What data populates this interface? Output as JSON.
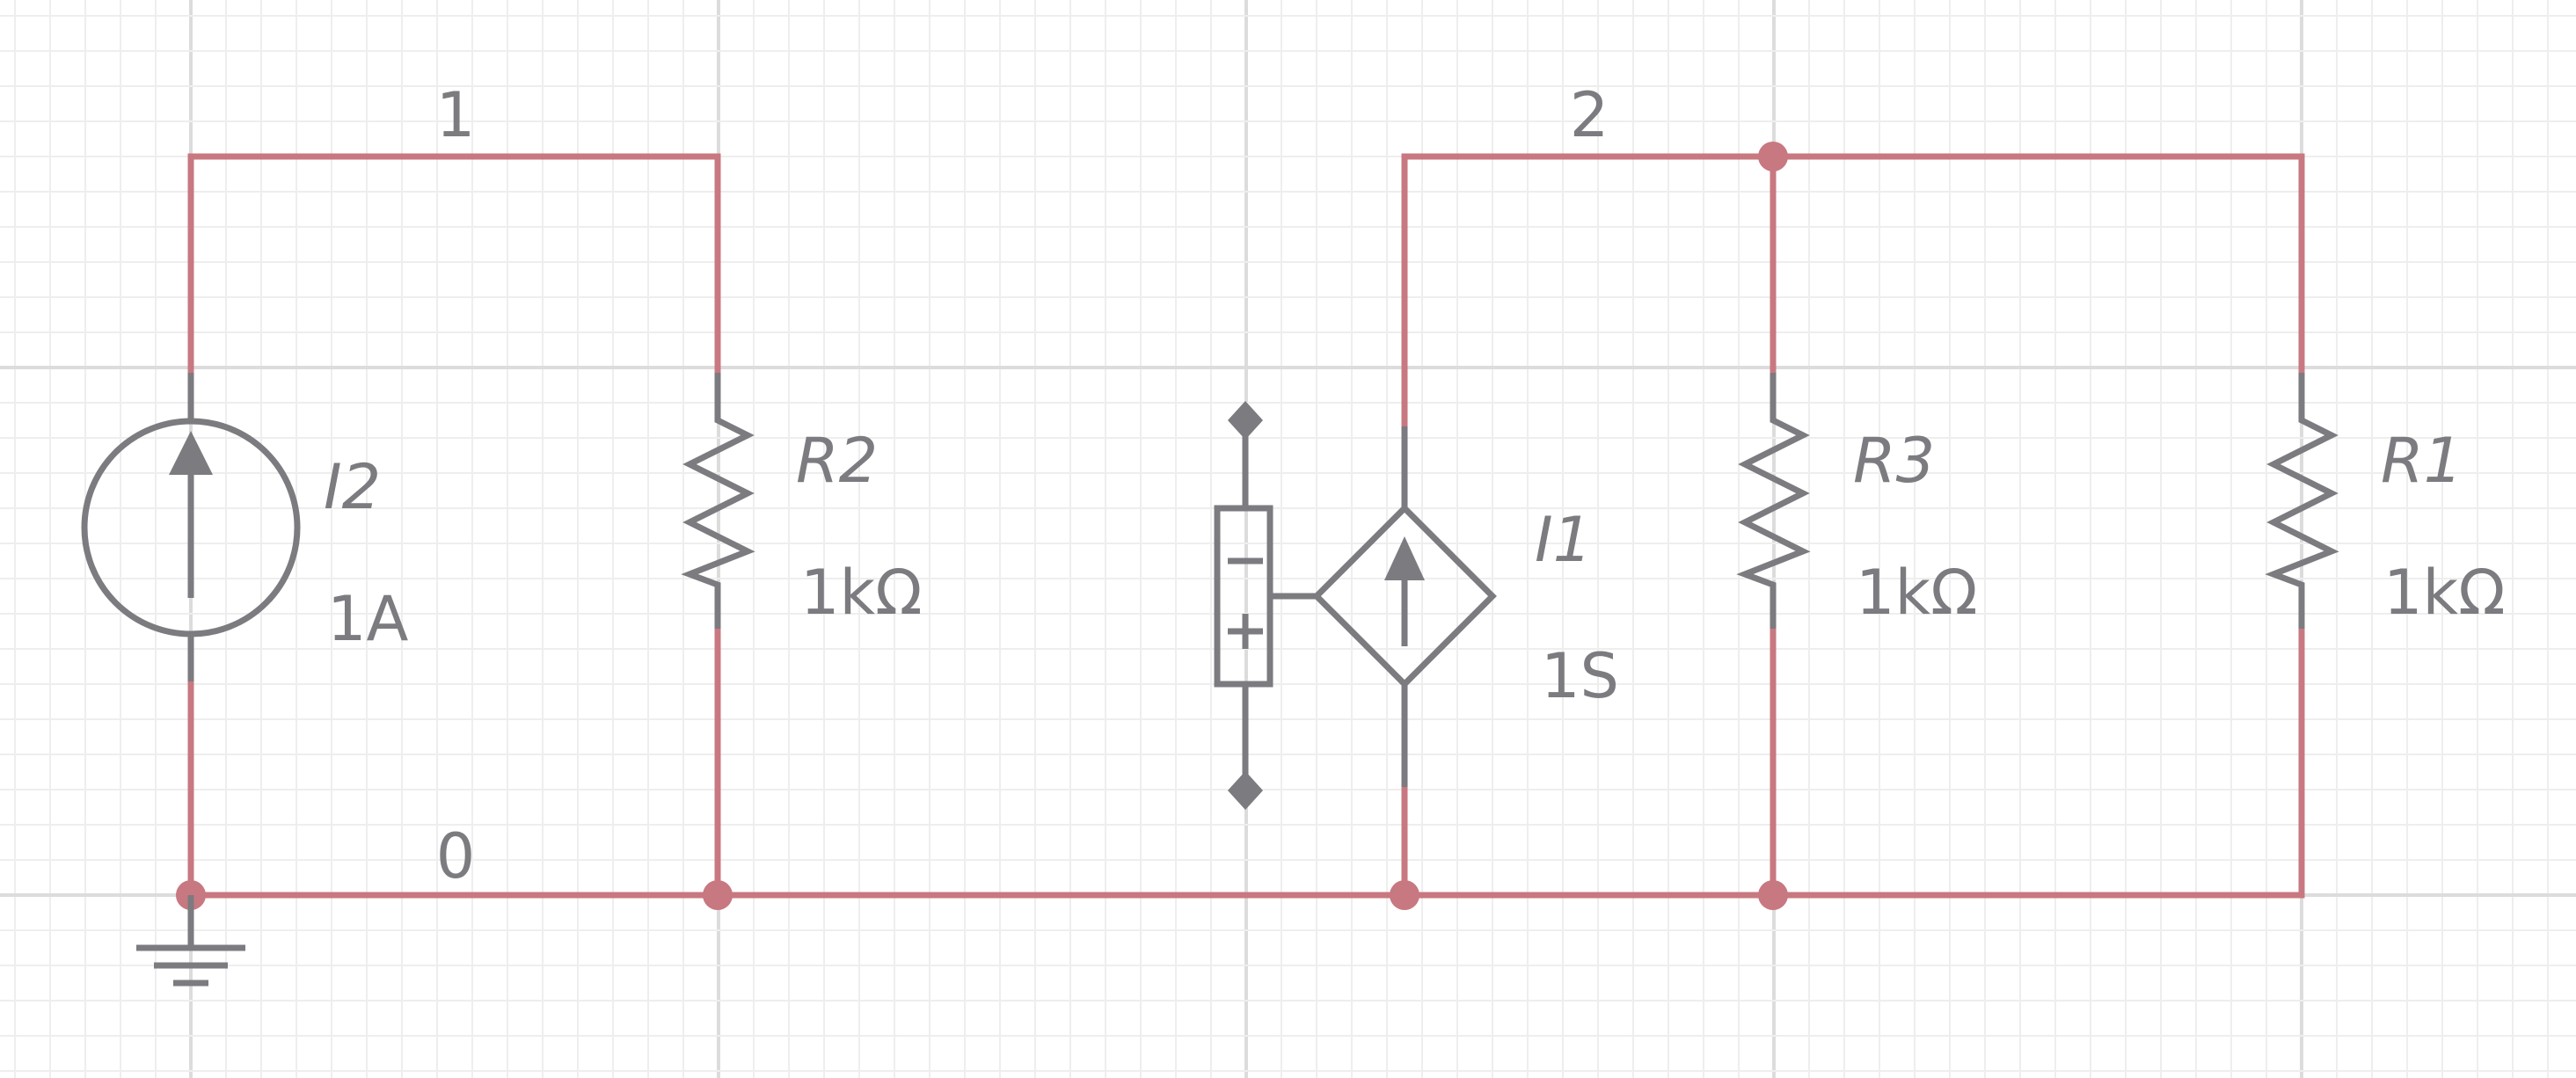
{
  "schematic": {
    "colors": {
      "wire": "#c87880",
      "component": "#7b7b80",
      "grid_minor": "#eeeeee",
      "grid_major": "#dcdcdc",
      "background": "#ffffff"
    },
    "nodes": [
      {
        "label": "1"
      },
      {
        "label": "2"
      },
      {
        "label": "0"
      }
    ],
    "components": [
      {
        "type": "current-source",
        "name": "I2",
        "value": "1A"
      },
      {
        "type": "resistor",
        "name": "R2",
        "value": "1kΩ"
      },
      {
        "type": "voltage-controlled-current-source",
        "name": "I1",
        "value": "1S"
      },
      {
        "type": "resistor",
        "name": "R3",
        "value": "1kΩ"
      },
      {
        "type": "resistor",
        "name": "R1",
        "value": "1kΩ"
      }
    ],
    "icons": [
      "ground-icon",
      "arrow-up-icon",
      "plus-sign-icon",
      "minus-sign-icon"
    ]
  }
}
